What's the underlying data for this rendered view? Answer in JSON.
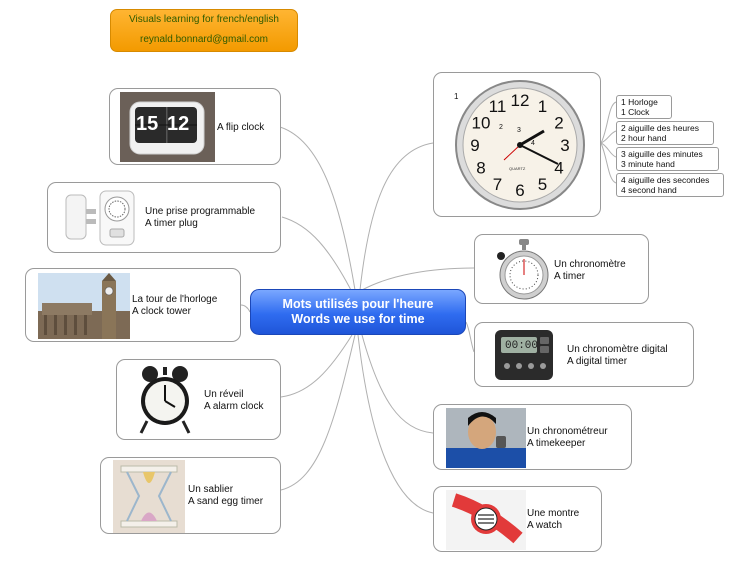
{
  "header": {
    "line1": "Visuals learning for french/english",
    "line2": "reynald.bonnard@gmail.com"
  },
  "center": {
    "line1": "Mots utilisés pour l'heure",
    "line2": "Words we use for time"
  },
  "left_topics": [
    {
      "l1": "A flip clock",
      "l2": ""
    },
    {
      "l1": "Une prise programmable",
      "l2": "A timer plug"
    },
    {
      "l1": "La tour de l'horloge",
      "l2": "A clock tower"
    },
    {
      "l1": "Un réveil",
      "l2": "A alarm clock"
    },
    {
      "l1": "Un sablier",
      "l2": "A sand egg timer"
    }
  ],
  "right_topics": [
    {
      "l1": "Un chronomètre",
      "l2": "A timer"
    },
    {
      "l1": "Un chronomètre digital",
      "l2": "A digital timer"
    },
    {
      "l1": "Un chronométreur",
      "l2": "A timekeeper"
    },
    {
      "l1": "Une montre",
      "l2": "A watch"
    }
  ],
  "clock_labels": [
    {
      "l1": "1 Horloge",
      "l2": "1 Clock"
    },
    {
      "l1": "2 aiguille des heures",
      "l2": "2 hour hand"
    },
    {
      "l1": "3 aiguille des minutes",
      "l2": "3 minute hand"
    },
    {
      "l1": "4 aiguille des secondes",
      "l2": "4 second hand"
    }
  ],
  "clock": {
    "numerals": [
      "12",
      "1",
      "2",
      "3",
      "4",
      "5",
      "6",
      "7",
      "8",
      "9",
      "10",
      "11"
    ],
    "brand": "QUARTZ"
  },
  "flip_digits": {
    "left": "15",
    "right": "12"
  },
  "digital_readout": "00:00",
  "markers": [
    "1",
    "2",
    "3",
    "4"
  ],
  "colors": {
    "center_bg": "#2f6cf0",
    "header_bg": "#f39a00",
    "line": "#b0b0b0"
  }
}
